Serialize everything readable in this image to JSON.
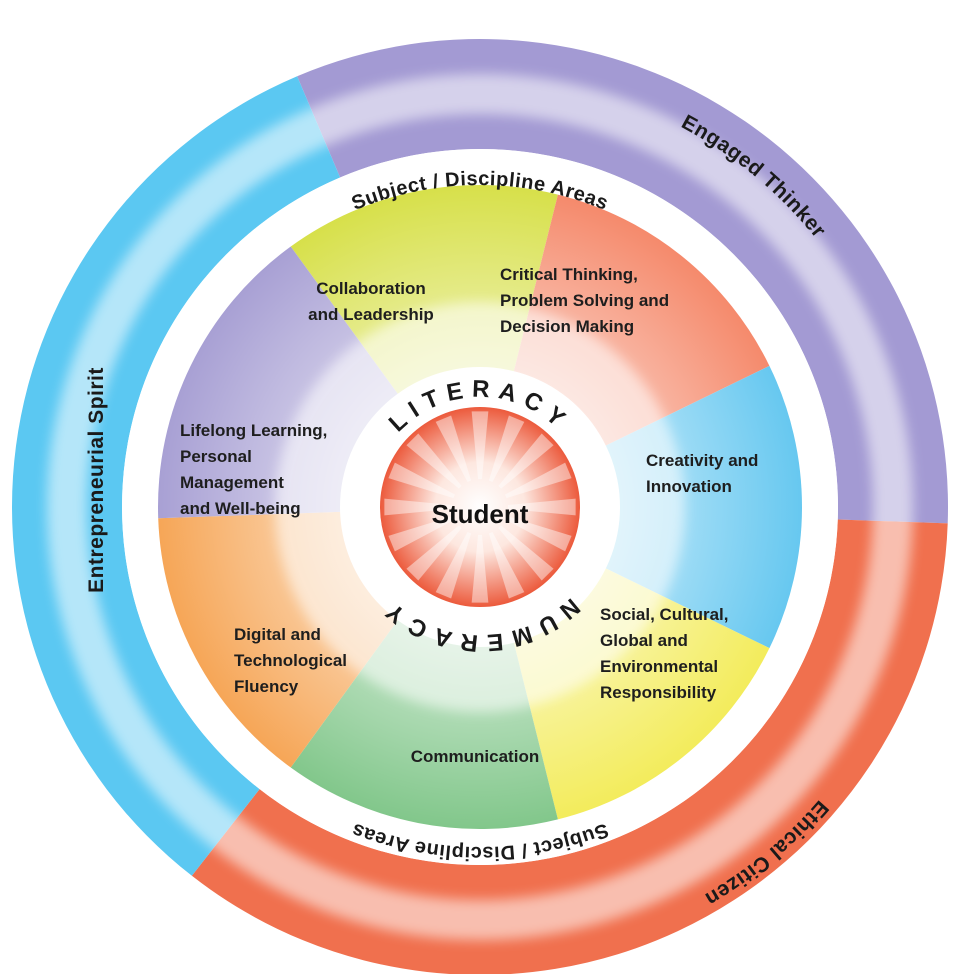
{
  "outer_ring": {
    "engaged_thinker": "Engaged Thinker",
    "ethical_citizen": "Ethical Citizen",
    "entrepreneurial_spirit": "Entrepreneurial Spirit"
  },
  "subject_ring": {
    "top": "Subject / Discipline Areas",
    "bottom": "Subject / Discipline Areas"
  },
  "competencies": [
    {
      "id": "collaboration",
      "lines": [
        "Collaboration",
        "and Leadership"
      ]
    },
    {
      "id": "critical-thinking",
      "lines": [
        "Critical Thinking,",
        "Problem Solving and",
        "Decision Making"
      ]
    },
    {
      "id": "creativity",
      "lines": [
        "Creativity and",
        "Innovation"
      ]
    },
    {
      "id": "social-cultural",
      "lines": [
        "Social, Cultural,",
        "Global and",
        "Environmental",
        "Responsibility"
      ]
    },
    {
      "id": "communication",
      "lines": [
        "Communication"
      ]
    },
    {
      "id": "digital",
      "lines": [
        "Digital and",
        "Technological",
        "Fluency"
      ]
    },
    {
      "id": "lifelong",
      "lines": [
        "Lifelong Learning,",
        "Personal",
        "Management",
        "and Well-being"
      ]
    }
  ],
  "core": {
    "literacy": "LITERACY",
    "numeracy": "NUMERACY",
    "center": "Student"
  },
  "colors": {
    "purple": "#a39ad3",
    "orange_red": "#f0704e",
    "blue": "#5bc8f2",
    "green_yellow": "#d7e04a",
    "salmon": "#f58a6c",
    "light_blue": "#67c8f0",
    "yellow": "#f3ec5c",
    "green": "#82c78b",
    "orange": "#f6a657",
    "lavender": "#a8a0d4",
    "core_red": "#ec5a3c"
  }
}
